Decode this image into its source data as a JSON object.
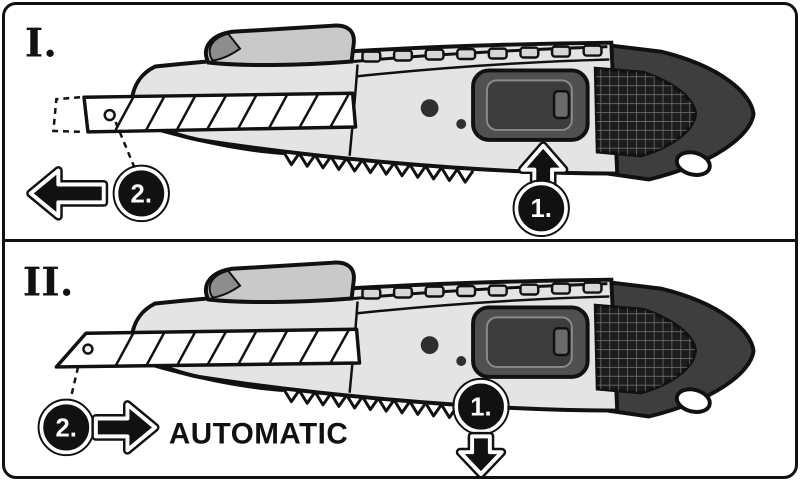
{
  "figure": {
    "type": "instruction-diagram",
    "subject": "snap-off utility knife blade operation",
    "background": "#ffffff",
    "border_color": "#111111"
  },
  "colors": {
    "ink": "#111111",
    "body_gray": "#e4e4e4",
    "clip_gray": "#c9c9c9",
    "dark_gray": "#3e3e3e",
    "slider_gray": "#505050",
    "blade_white": "#ffffff"
  },
  "panels": [
    {
      "label": "I.",
      "steps": [
        {
          "label": "1.",
          "icon": "up-arrow-icon",
          "action": "press slider"
        },
        {
          "label": "2.",
          "icon": "left-arrow-icon",
          "action": "blade extends"
        }
      ]
    },
    {
      "label": "II.",
      "caption": "AUTOMATIC",
      "steps": [
        {
          "label": "1.",
          "icon": "down-arrow-icon",
          "action": "release slider"
        },
        {
          "label": "2.",
          "icon": "right-arrow-icon",
          "action": "blade retracts"
        }
      ]
    }
  ]
}
